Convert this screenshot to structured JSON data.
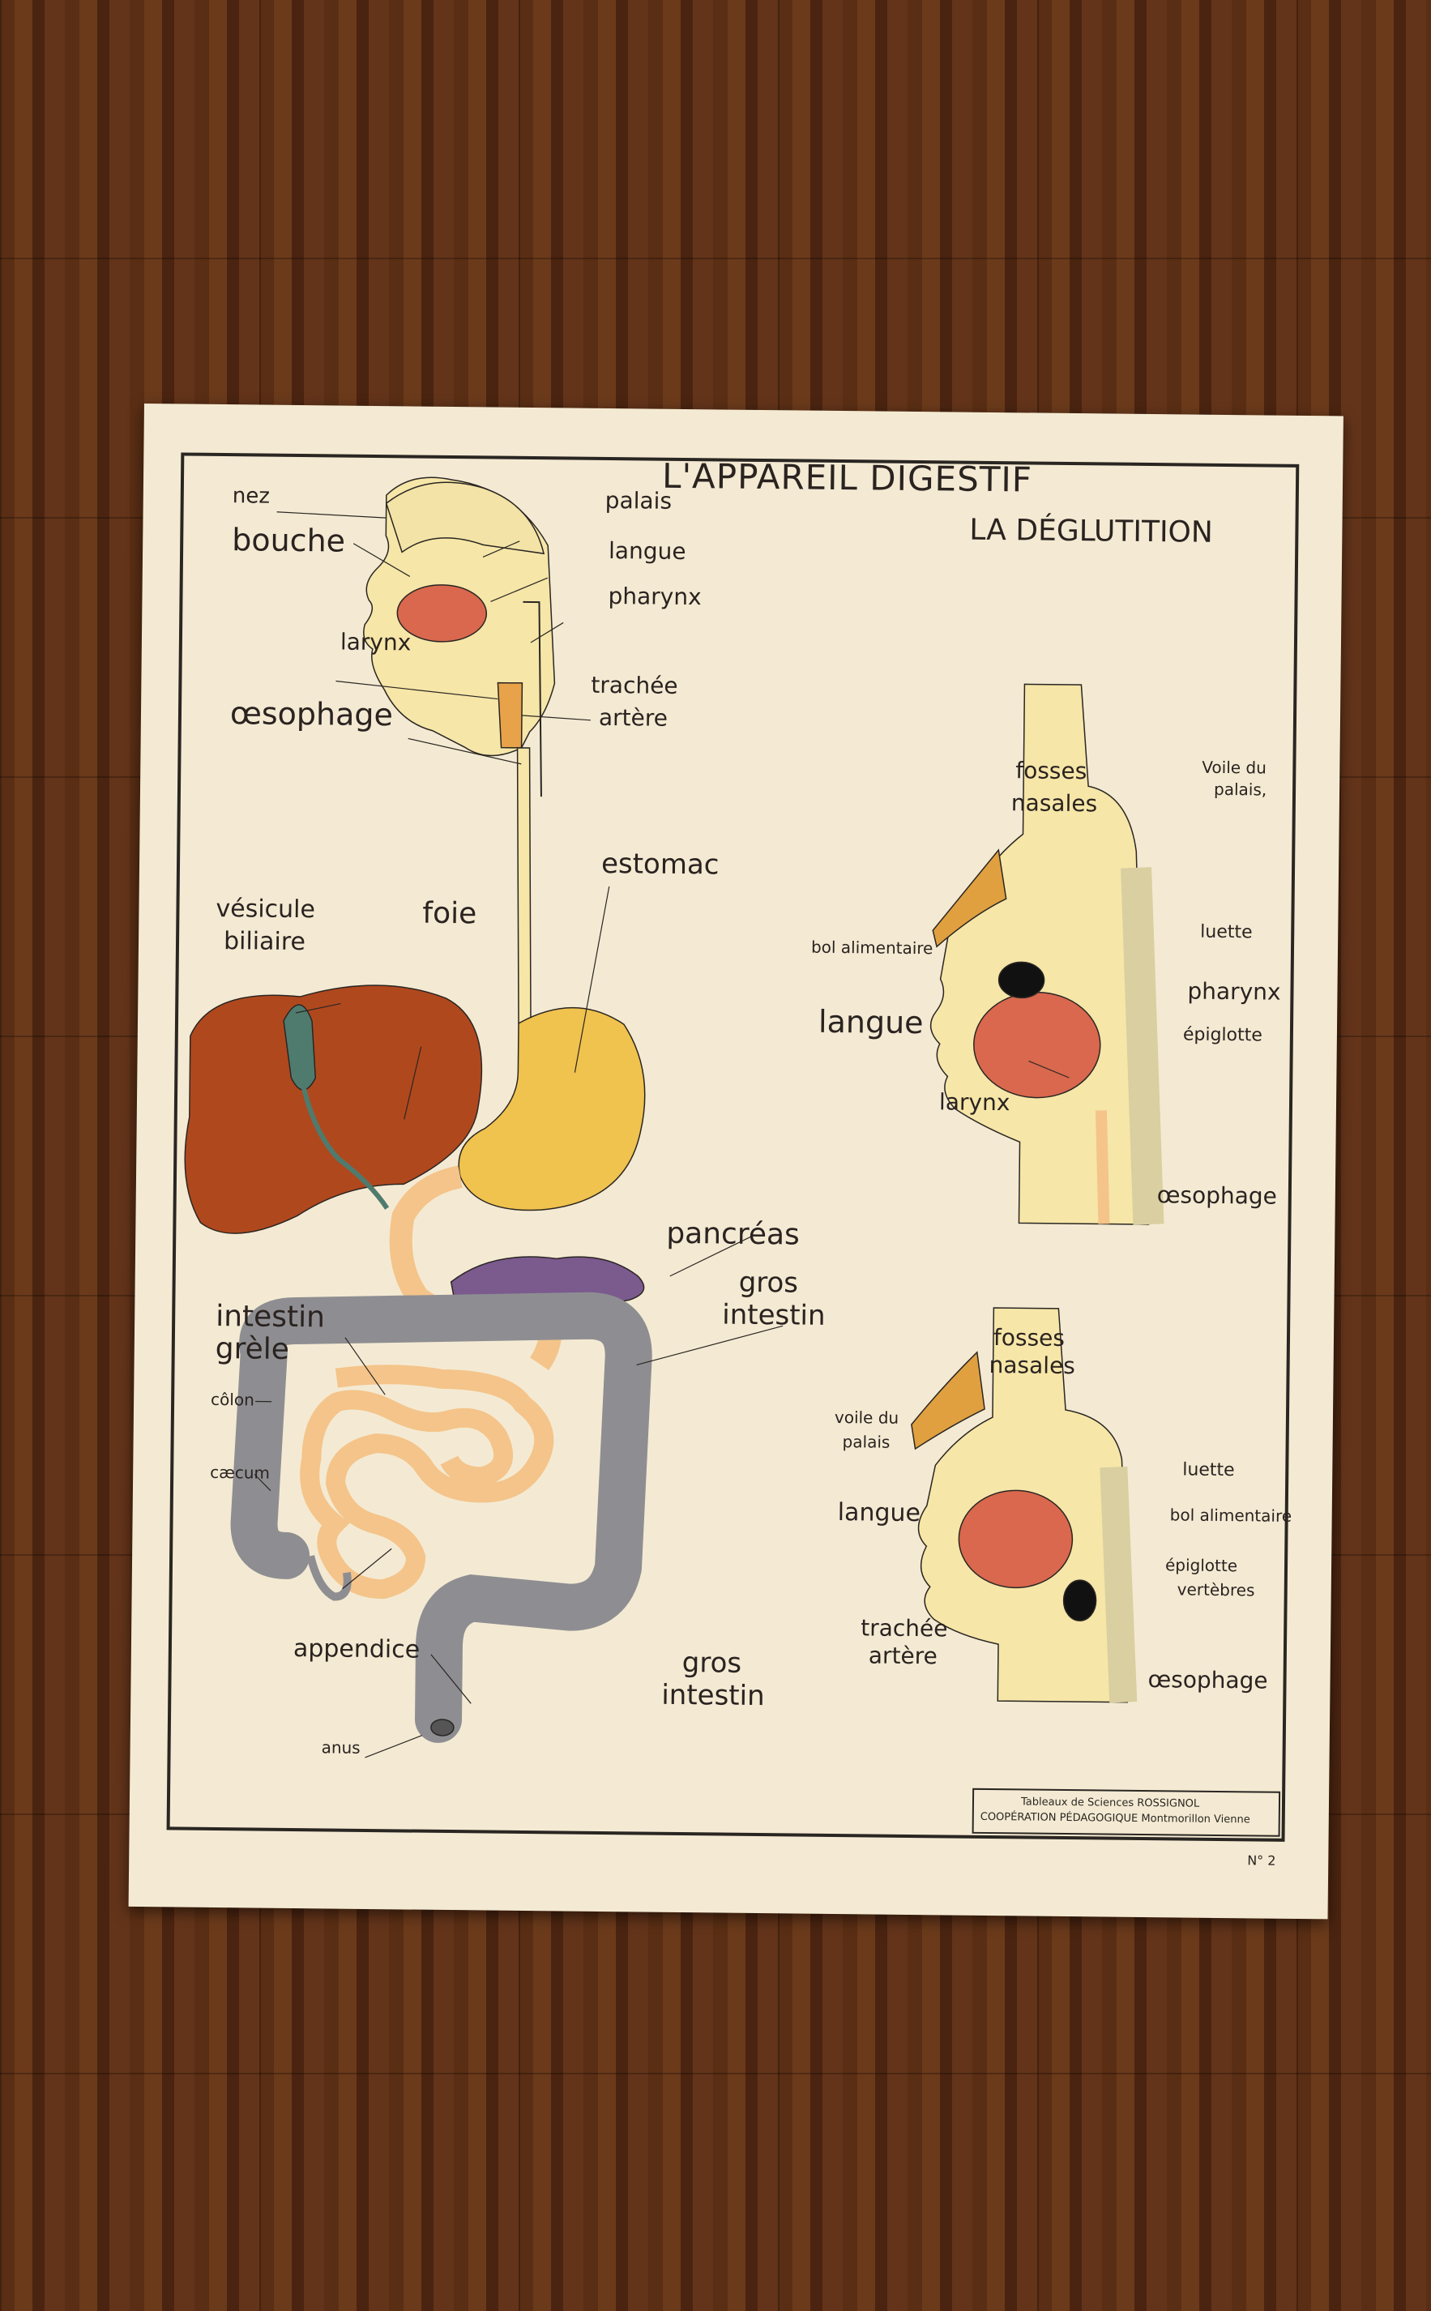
{
  "poster": {
    "title": "L'APPAREIL DIGESTIF",
    "subtitle": "LA DÉGLUTITION",
    "publisher_line1": "Tableaux de Sciences ROSSIGNOL",
    "publisher_line2": "COOPÉRATION PÉDAGOGIQUE  Montmorillon  Vienne",
    "plate_number": "N° 2"
  },
  "digestive_labels": {
    "nez": "nez",
    "bouche": "bouche",
    "palais": "palais",
    "langue": "langue",
    "pharynx": "pharynx",
    "larynx": "larynx",
    "trachee_l1": "trachée",
    "trachee_l2": "artère",
    "oesophage": "œsophage",
    "estomac": "estomac",
    "vesicule_l1": "vésicule",
    "vesicule_l2": "biliaire",
    "foie": "foie",
    "pancreas": "pancréas",
    "gros_intestin_top_l1": "gros",
    "gros_intestin_top_l2": "intestin",
    "intestin_grele_l1": "intestin",
    "intestin_grele_l2": "grèle",
    "colon": "côlon",
    "caecum": "cæcum",
    "appendice": "appendice",
    "gros_intestin_bottom_l1": "gros",
    "gros_intestin_bottom_l2": "intestin",
    "anus": "anus"
  },
  "swallow_top_labels": {
    "fosses_l1": "fosses",
    "fosses_l2": "nasales",
    "voile_l1": "Voile du",
    "voile_l2": "palais,",
    "luette": "luette",
    "bol": "bol alimentaire",
    "pharynx": "pharynx",
    "langue": "langue",
    "epiglotte": "épiglotte",
    "larynx": "larynx",
    "oesophage": "œsophage"
  },
  "swallow_bottom_labels": {
    "fosses_l1": "fosses",
    "fosses_l2": "nasales",
    "voile_l1": "voile du",
    "voile_l2": "palais",
    "luette": "luette",
    "langue": "langue",
    "bol": "bol alimentaire",
    "epiglotte": "épiglotte",
    "vertebres": "vertèbres",
    "trachee_l1": "trachée",
    "trachee_l2": "artère",
    "oesophage": "œsophage"
  },
  "colors": {
    "paper": "#f4ead3",
    "liver": "#b0481e",
    "stomach": "#f0c24e",
    "esophagus": "#f6e6a8",
    "pancreas": "#7b5a8e",
    "gallbladder": "#4f7b6e",
    "large_intestine": "#8e8e92",
    "small_intestine": "#f4c48a",
    "tongue": "#d9684e",
    "bone": "#f3e3a6"
  }
}
